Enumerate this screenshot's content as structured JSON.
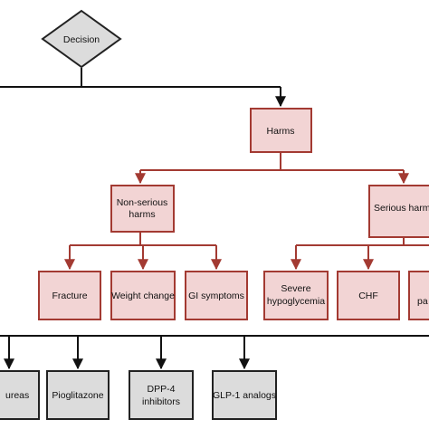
{
  "colors": {
    "harm_fill": "#f2d4d4",
    "harm_stroke": "#a33a32",
    "harm_connector": "#a33a32",
    "gray_fill": "#dcdcdc",
    "gray_stroke": "#222222",
    "black_connector": "#111111"
  },
  "nodes": {
    "decision": "Decision",
    "harms": "Harms",
    "non_serious_harms": [
      "Non-serious",
      "harms"
    ],
    "serious_harms": "Serious harms",
    "fracture": "Fracture",
    "weight_change": "Weight change",
    "gi_symptoms": "GI symptoms",
    "severe_hypoglycemia": [
      "Severe",
      "hypoglycemia"
    ],
    "chf": "CHF",
    "partial_right": "pa",
    "sulfonylureas_partial": "ureas",
    "pioglitazone": "Pioglitazone",
    "dpp4_inhibitors": [
      "DPP-4",
      "inhibitors"
    ],
    "glp1_analogs": "GLP-1 analogs"
  }
}
